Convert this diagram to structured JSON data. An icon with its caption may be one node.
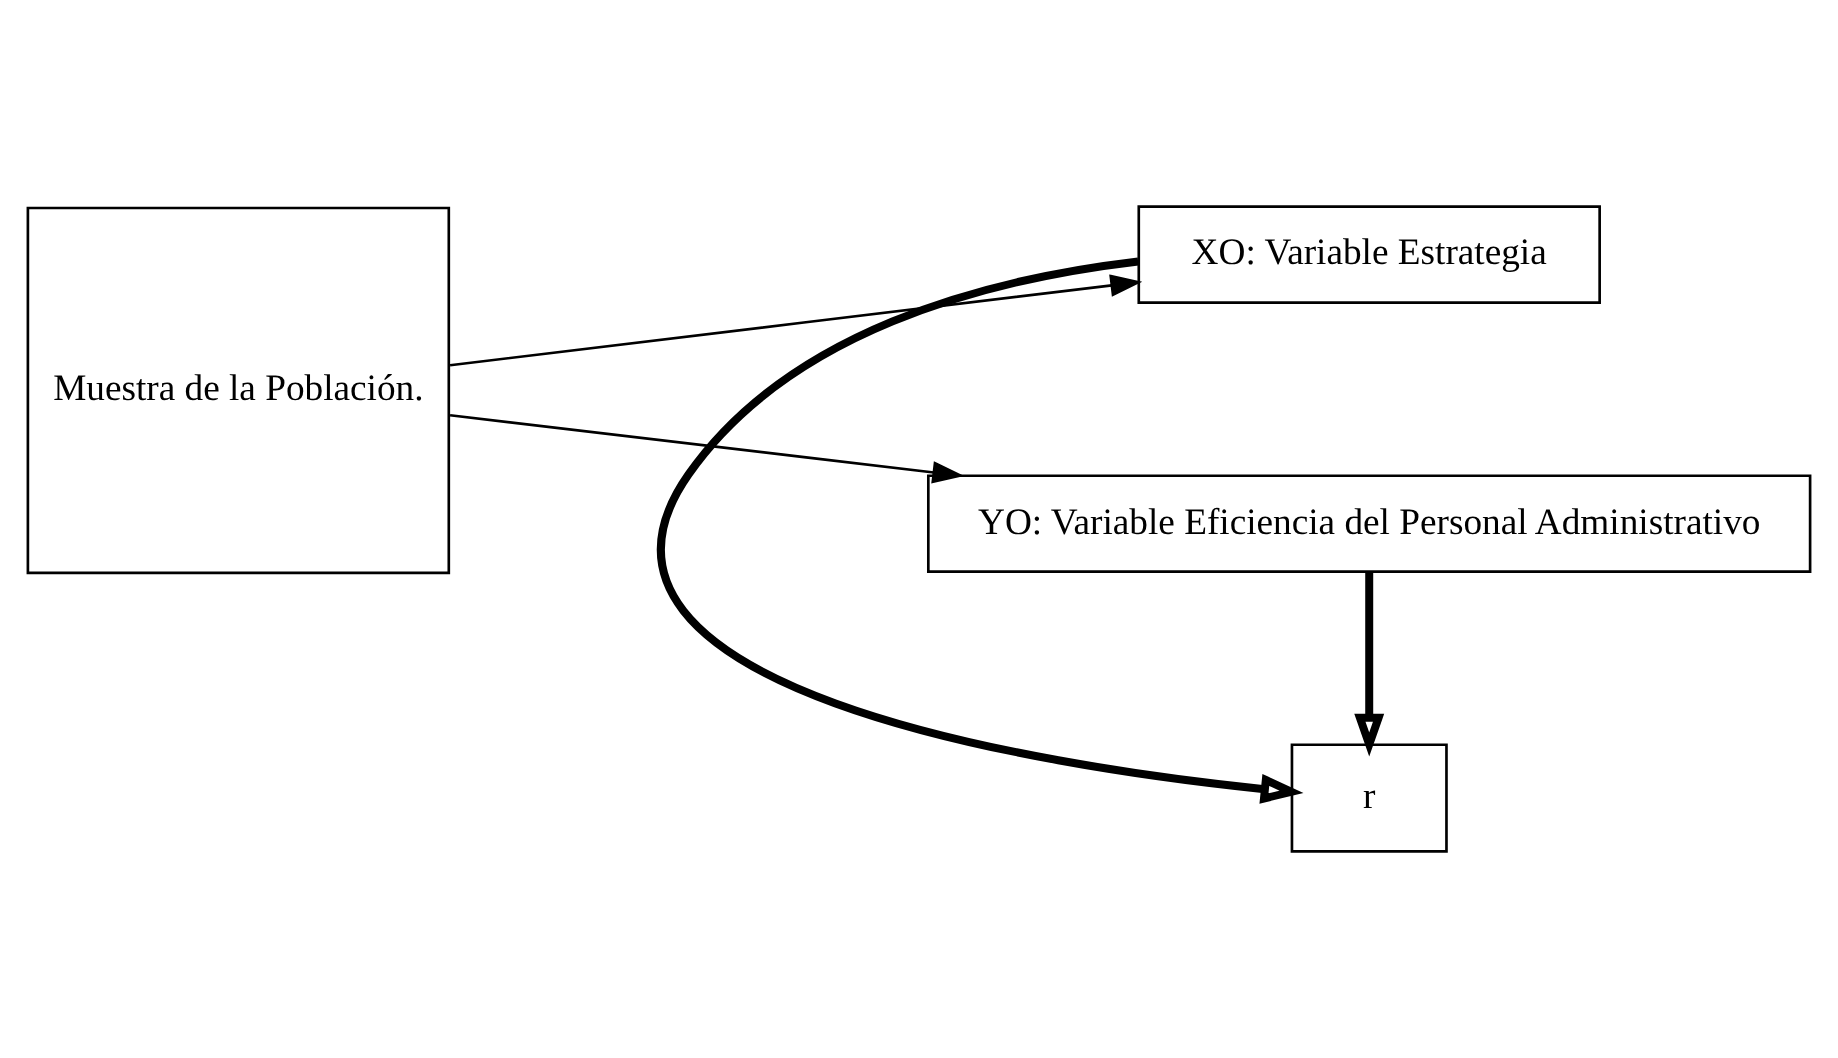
{
  "diagram": {
    "nodes": [
      {
        "text": [
          "Muestra de la Población."
        ]
      },
      {
        "text": [
          "XO: Variable Estrategia"
        ]
      },
      {
        "text": [
          "r"
        ]
      },
      {
        "text": [
          "YO: Variable Eficiencia del Personal Administrativo"
        ]
      }
    ],
    "edges": [
      {
        "from": 0,
        "to": 1,
        "arrow": "to"
      },
      {
        "from": 0,
        "to": 3,
        "arrow": "to"
      },
      {
        "from": 1,
        "to": 2,
        "arrow": "to",
        "style": "thick"
      },
      {
        "from": 3,
        "to": 2,
        "arrow": "to",
        "style": "thick"
      }
    ]
  }
}
